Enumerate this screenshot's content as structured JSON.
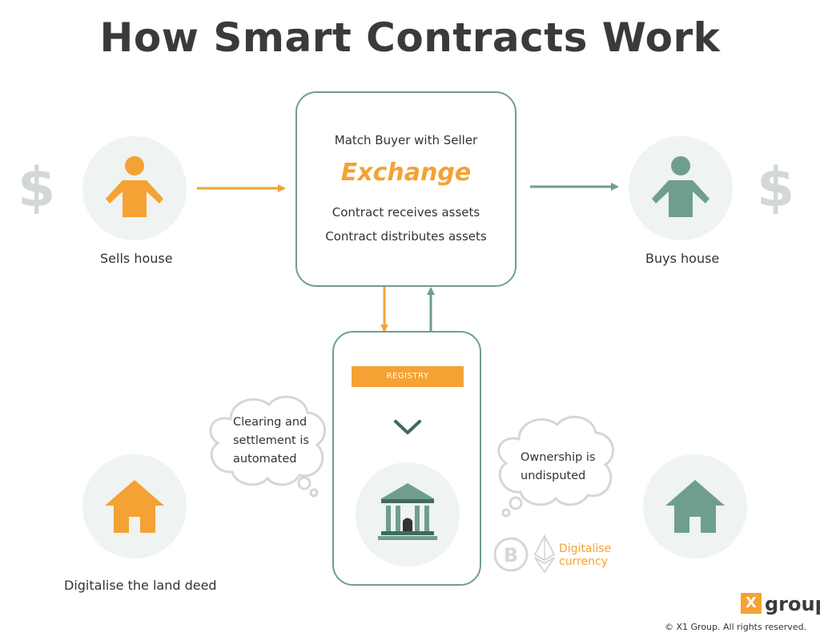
{
  "title": "How Smart Contracts Work",
  "seller": {
    "label": "Sells house"
  },
  "buyer": {
    "label": "Buys house"
  },
  "contract": {
    "line1": "Match Buyer with Seller",
    "highlight": "Exchange",
    "line2": "Contract receives assets",
    "line3": "Contract distributes assets"
  },
  "registry": {
    "label": "REGISTRY"
  },
  "clouds": {
    "left": [
      "Clearing and",
      "settlement is",
      "automated"
    ],
    "right": [
      "Ownership is",
      "undisputed"
    ]
  },
  "land_deed": {
    "label": "Digitalise the land deed"
  },
  "currency": {
    "line1": "Digitalise",
    "line2": "currency"
  },
  "brand": {
    "box": "X",
    "name": "group"
  },
  "copyright": "© X1 Group. All rights reserved.",
  "colors": {
    "orange": "#f4a233",
    "teal": "#6f9e90",
    "gray": "#d2d8d5",
    "circle_bg": "#eff3f2"
  },
  "icons": [
    "dollar-icon",
    "person-icon",
    "house-icon",
    "bank-icon",
    "chevron-down-icon",
    "bitcoin-icon",
    "ethereum-icon"
  ]
}
